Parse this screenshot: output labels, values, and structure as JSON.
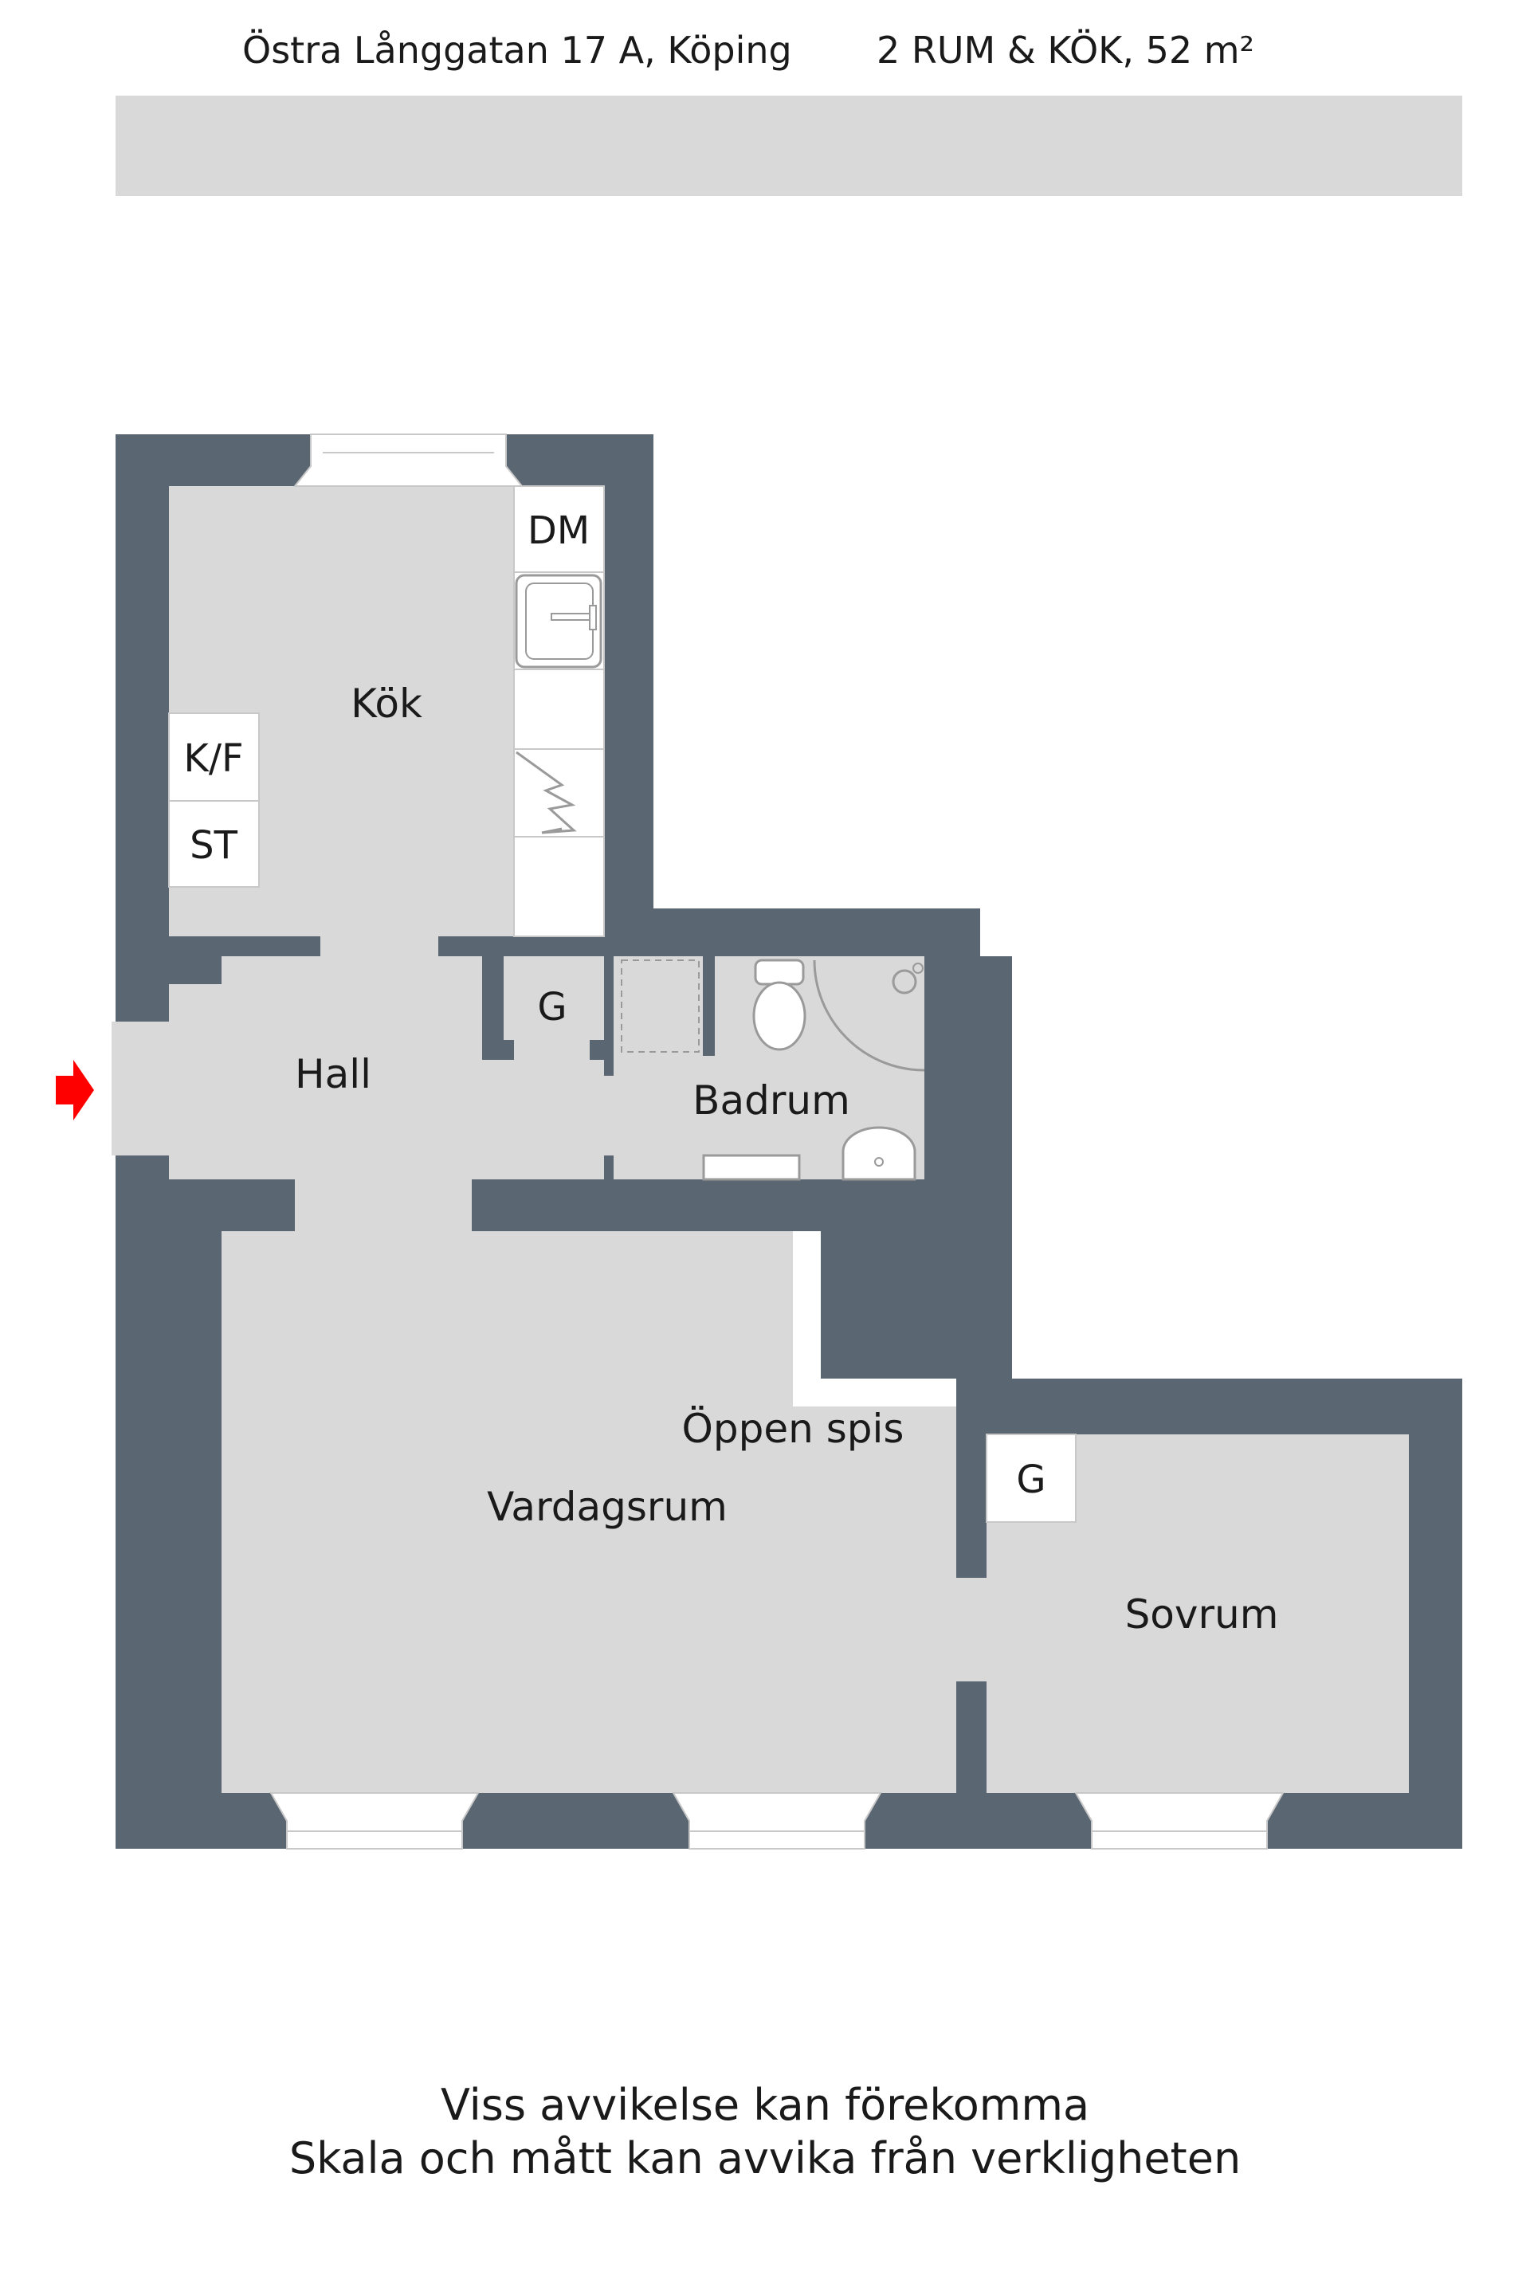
{
  "header": {
    "address": "Östra Långgatan 17 A, Köping",
    "summary": "2 RUM & KÖK, 52 m²"
  },
  "rooms": {
    "kitchen": "Kök",
    "hall": "Hall",
    "bathroom": "Badrum",
    "living_room": "Vardagsrum",
    "fireplace": "Öppen spis",
    "bedroom": "Sovrum"
  },
  "fixtures": {
    "dishwasher": "DM",
    "fridge_freezer": "K/F",
    "stove": "ST",
    "wardrobe_hall": "G",
    "wardrobe_bedroom": "G"
  },
  "footer": {
    "line1": "Viss avvikelse kan förekomma",
    "line2": "Skala och mått kan avvika från verkligheten"
  },
  "colors": {
    "wall": "#5a6672",
    "floor": "#d9d9d9",
    "entrance_arrow": "#ff0000"
  }
}
